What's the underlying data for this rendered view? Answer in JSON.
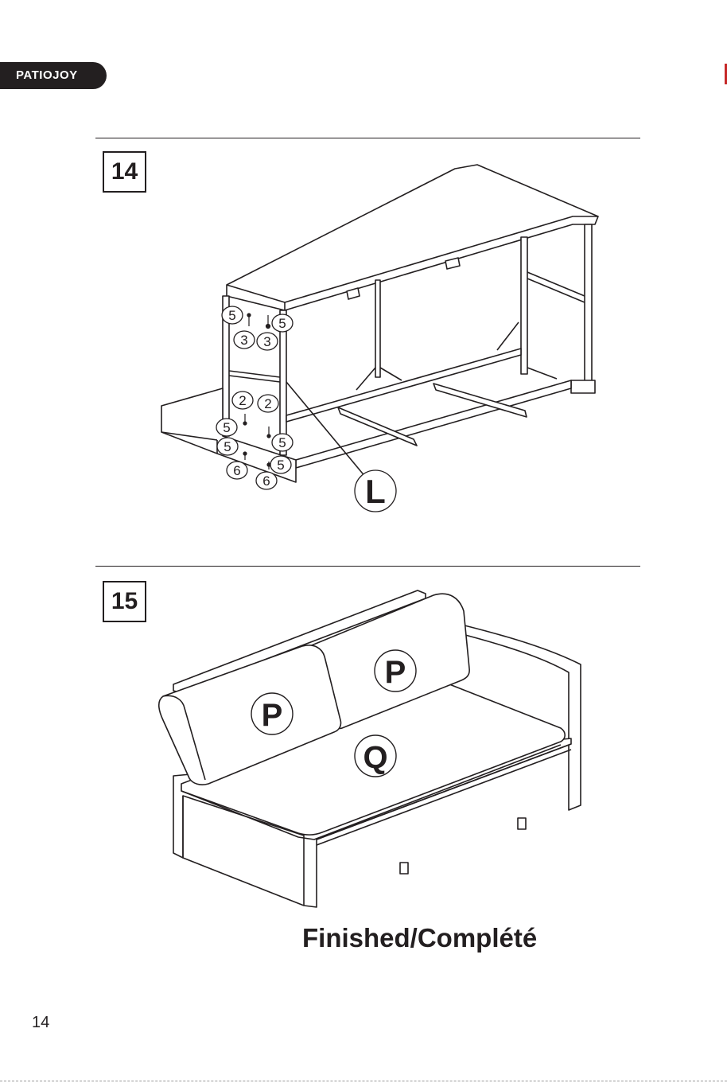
{
  "brand": {
    "logo_text": "PATIOJOY"
  },
  "steps": [
    {
      "number": "14",
      "callouts": {
        "screw_5": "5",
        "washer_3": "3",
        "washer_2": "2",
        "nut_6": "6",
        "part_l": "L"
      }
    },
    {
      "number": "15",
      "callouts": {
        "back_cushion": "P",
        "seat_cushion": "Q"
      },
      "caption": "Finished/Complété"
    }
  ],
  "footer": {
    "page_number": "14"
  },
  "colors": {
    "ink": "#231f20",
    "paper": "#ffffff",
    "edge_mark": "#c62828"
  }
}
